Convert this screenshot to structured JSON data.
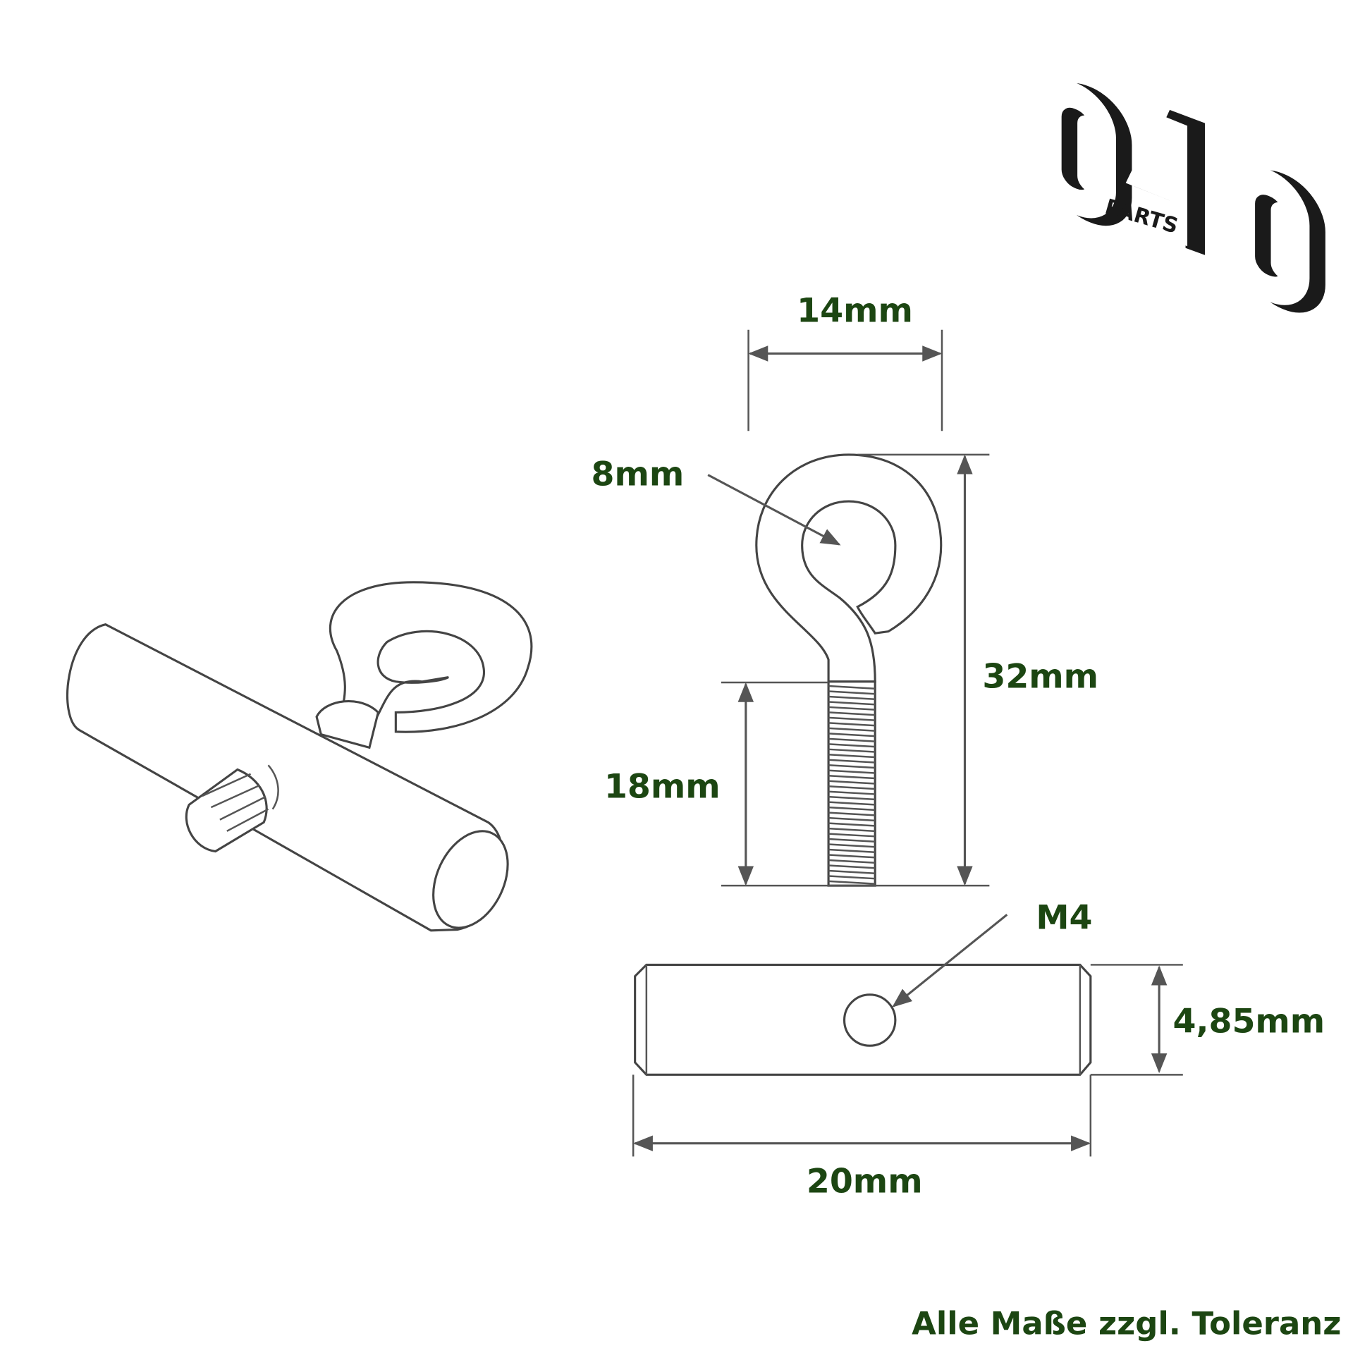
{
  "logo": {
    "text": "040",
    "subtext": "PARTS"
  },
  "dimensions": {
    "eye_width": "14mm",
    "eye_hole": "8mm",
    "total_length": "32mm",
    "thread_length": "18mm",
    "thread_size": "M4",
    "bar_diameter": "4,85mm",
    "bar_length": "20mm"
  },
  "footer": {
    "note": "Alle Maße zzgl. Toleranz"
  },
  "colors": {
    "label": "#1c4612",
    "lines": "#555555",
    "logo": "#1a1a1a"
  }
}
